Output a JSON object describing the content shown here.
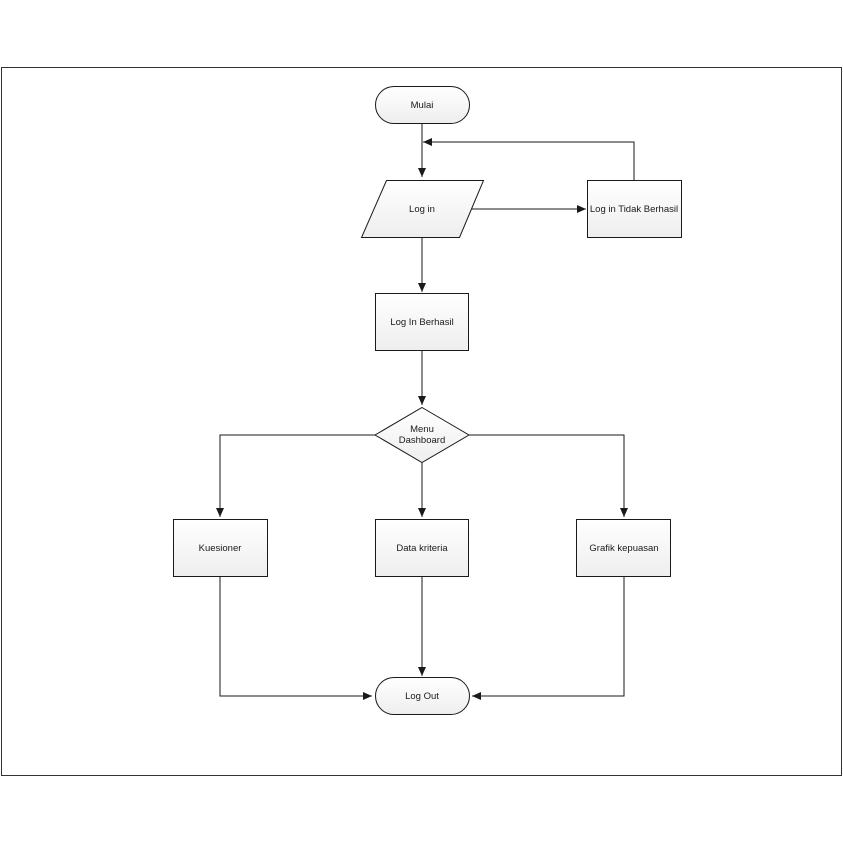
{
  "diagram": {
    "nodes": {
      "mulai": {
        "label": "Mulai"
      },
      "login": {
        "label": "Log in"
      },
      "login_gagal": {
        "label": "Log in Tidak Berhasil"
      },
      "login_berhasil": {
        "label": "Log In Berhasil"
      },
      "menu": {
        "label_line1": "Menu",
        "label_line2": "Dashboard"
      },
      "kuesioner": {
        "label": "Kuesioner"
      },
      "data_kriteria": {
        "label": "Data kriteria"
      },
      "grafik": {
        "label": "Grafik kepuasan"
      },
      "logout": {
        "label": "Log Out"
      }
    },
    "edges": [
      {
        "from": "mulai",
        "to": "login"
      },
      {
        "from": "login",
        "to": "login_gagal"
      },
      {
        "from": "login_gagal",
        "to": "login"
      },
      {
        "from": "login",
        "to": "login_berhasil"
      },
      {
        "from": "login_berhasil",
        "to": "menu"
      },
      {
        "from": "menu",
        "to": "kuesioner"
      },
      {
        "from": "menu",
        "to": "data_kriteria"
      },
      {
        "from": "menu",
        "to": "grafik"
      },
      {
        "from": "kuesioner",
        "to": "logout"
      },
      {
        "from": "data_kriteria",
        "to": "logout"
      },
      {
        "from": "grafik",
        "to": "logout"
      }
    ]
  }
}
